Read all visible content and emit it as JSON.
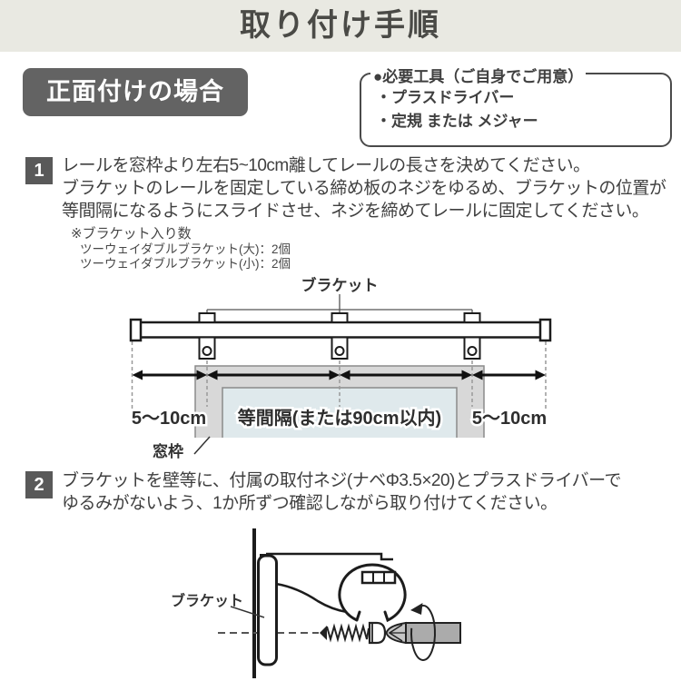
{
  "header": {
    "title": "取り付け手順"
  },
  "section": {
    "badge_label": "正面付けの場合"
  },
  "tools": {
    "title": "●必要工具（ご自身でご用意）",
    "items": [
      "・プラスドライバー",
      "・定規 または メジャー"
    ]
  },
  "steps": [
    {
      "number": "1",
      "lines": [
        "レールを窓枠より左右5~10cm離してレールの長さを決めてください。",
        "ブラケットのレールを固定している締め板のネジをゆるめ、ブラケットの位置が",
        "等間隔になるようにスライドさせ、ネジを締めてレールに固定してください。"
      ]
    },
    {
      "number": "2",
      "lines": [
        "ブラケットを壁等に、付属の取付ネジ(ナベΦ3.5×20)とプラスドライバーで",
        "ゆるみがないよう、1か所ずつ確認しながら取り付けてください。"
      ]
    }
  ],
  "bracket_note": {
    "title": "※ブラケット入り数",
    "items": [
      "ツーウェイダブルブラケット(大)：2個",
      "ツーウェイダブルブラケット(小)：2個"
    ]
  },
  "diagram_rail": {
    "bracket_label": "ブラケット",
    "measure_left": "5～10cm",
    "measure_center": "等間隔(または90cm以内)",
    "measure_right": "5～10cm",
    "window_frame_label": "窓枠"
  },
  "diagram_bracket": {
    "bracket_label": "ブラケット"
  },
  "colors": {
    "header_bg": "#e9e9e2",
    "badge_bg": "#636363",
    "step_number_bg": "#595959",
    "body_text": "#3f3f3f",
    "frame_gray": "#d8d8d8",
    "window_blue": "#dfe9ec",
    "screwdriver_gray": "#ababab",
    "line_black": "#1c1c1c"
  }
}
